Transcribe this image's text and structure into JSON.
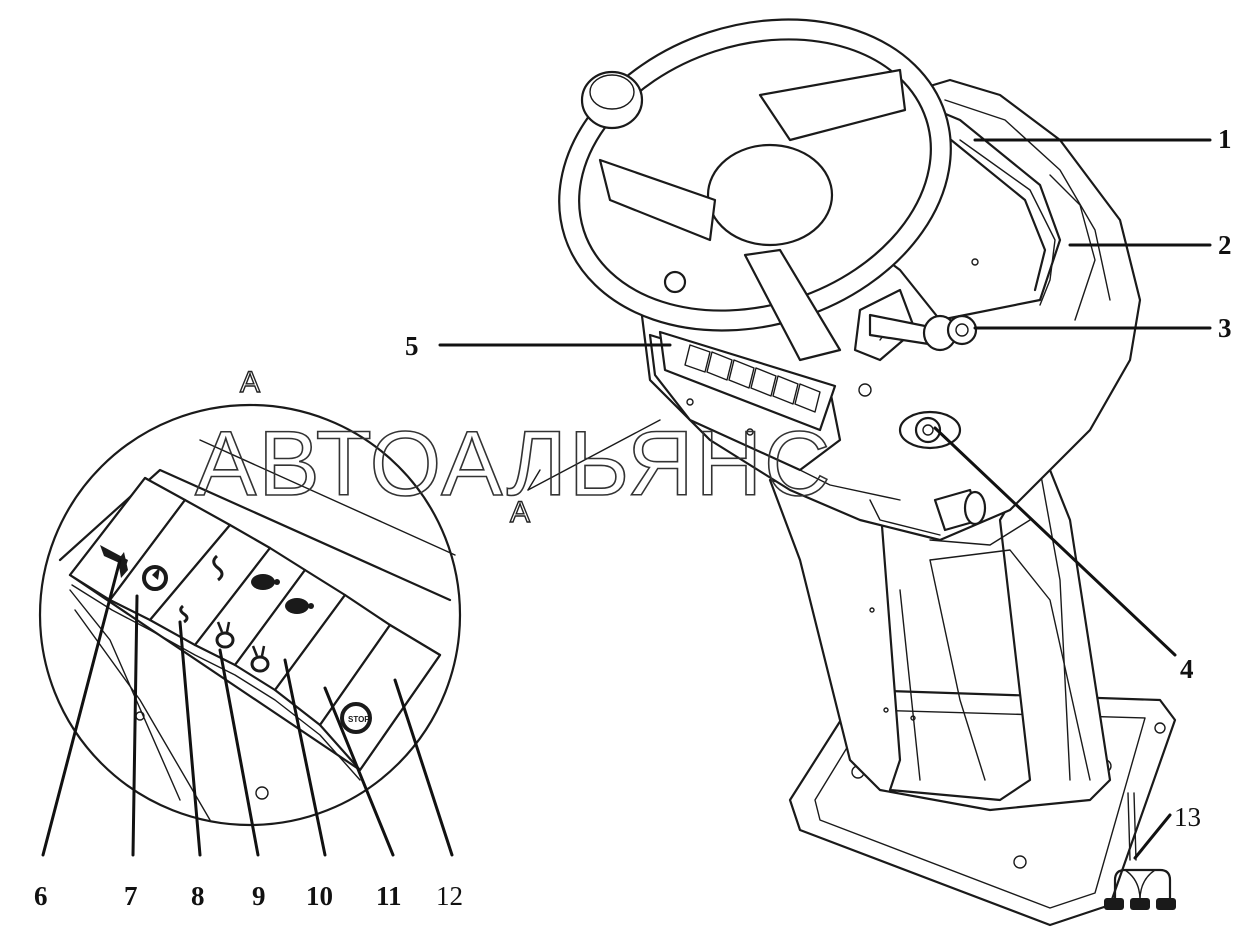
{
  "watermark": "АВТОАЛЬЯНС",
  "view_label_top": "A",
  "view_label_section": "A",
  "callouts": [
    {
      "id": "1",
      "label": "1"
    },
    {
      "id": "2",
      "label": "2"
    },
    {
      "id": "3",
      "label": "3"
    },
    {
      "id": "4",
      "label": "4"
    },
    {
      "id": "5",
      "label": "5"
    },
    {
      "id": "6",
      "label": "6"
    },
    {
      "id": "7",
      "label": "7"
    },
    {
      "id": "8",
      "label": "8"
    },
    {
      "id": "9",
      "label": "9"
    },
    {
      "id": "10",
      "label": "10"
    },
    {
      "id": "11",
      "label": "11"
    },
    {
      "id": "12",
      "label": "12"
    },
    {
      "id": "13",
      "label": "13"
    }
  ],
  "switch_symbols": [
    "horn-icon",
    "speedometer-icon",
    "vibration-low-icon",
    "vibration-high-icon",
    "turtle-icon",
    "rabbit-icon",
    "stop-icon"
  ],
  "stop_text": "STOP"
}
